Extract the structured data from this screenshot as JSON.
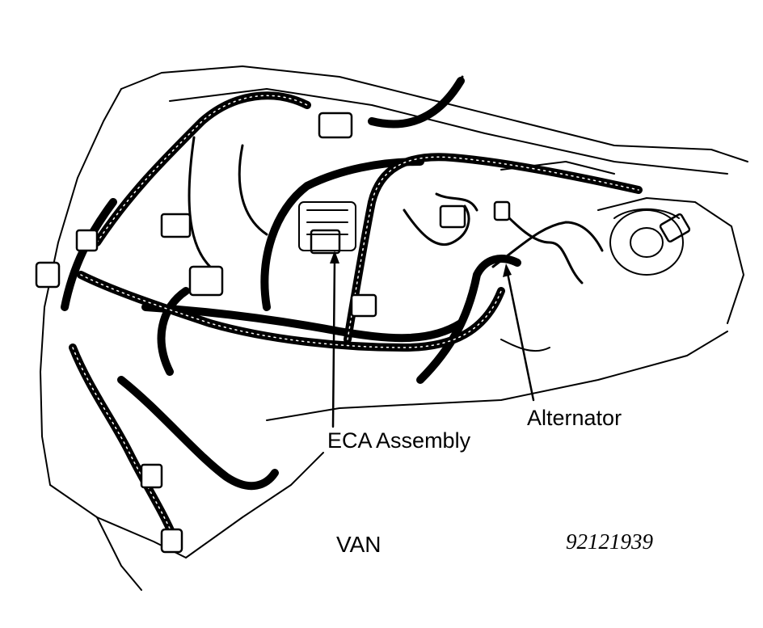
{
  "labels": {
    "alternator": "Alternator",
    "eca_assembly": "ECA Assembly",
    "vehicle": "VAN",
    "figure_number": "92121939"
  },
  "colors": {
    "ink": "#000000",
    "paper": "#ffffff"
  }
}
